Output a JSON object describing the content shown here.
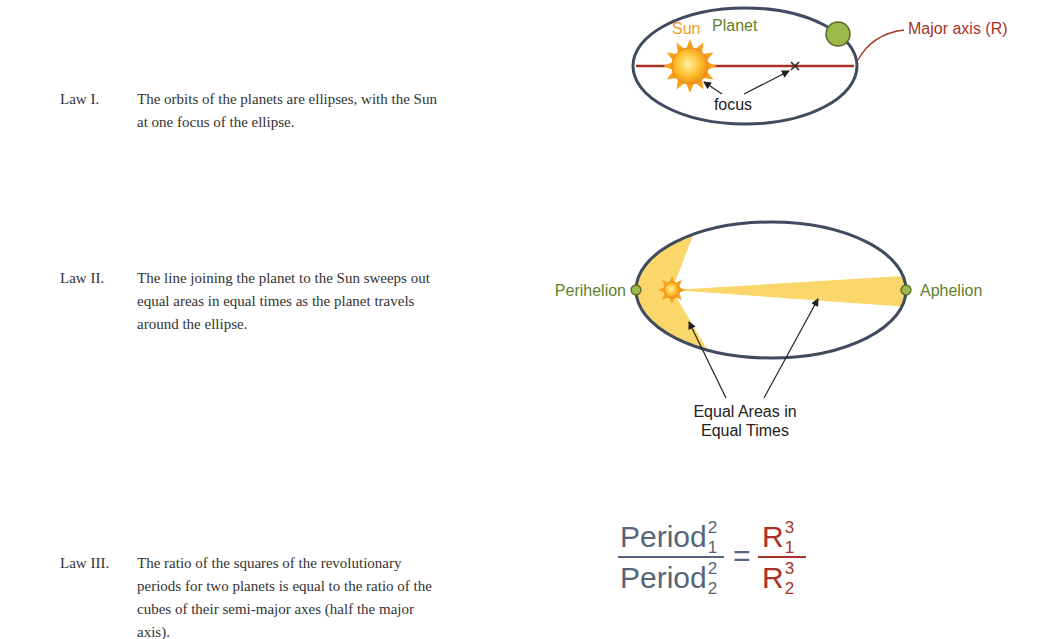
{
  "diagram": {
    "labels": [
      "Law I.",
      "The orbits of the planets are ellipses, with the Sun at one focus of the ellipse.",
      "Sun",
      "Planet",
      "Major axis (R)",
      "focus",
      "Law II.",
      "The line joining the planet to the Sun sweeps out equal areas in equal times as the planet travels around the ellipse.",
      "Perihelion",
      "Aphelion",
      "Equal Areas in Equal Times",
      "Law III.",
      "The ratio of the squares of the revolutionary periods for two planets is equal to the ratio of the cubes of their semi-major axes (half the major axis).",
      "Period",
      "1",
      "2",
      "Period",
      "2",
      "2",
      "=",
      "R",
      "1",
      "3",
      "R",
      "2",
      "3"
    ]
  }
}
